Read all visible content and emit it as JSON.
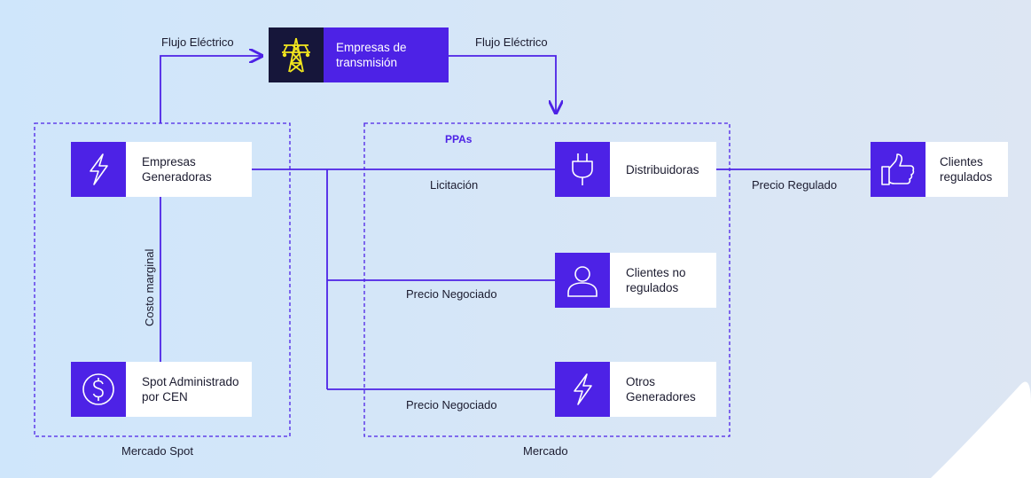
{
  "colors": {
    "accent": "#4d22e6",
    "dark": "#16163a",
    "bg_start": "#cfe6fb",
    "bg_end": "#dde6f3"
  },
  "nodes": {
    "transmision": {
      "label_1": "Empresas de",
      "label_2": "transmisión",
      "icon": "transmission-tower-icon"
    },
    "generadoras": {
      "label_1": "Empresas",
      "label_2": "Generadoras",
      "icon": "lightning-icon"
    },
    "spot": {
      "label_1": "Spot Administrado",
      "label_2": "por CEN",
      "icon": "dollar-icon"
    },
    "distribuidoras": {
      "label_1": "Distribuidoras",
      "icon": "plug-icon"
    },
    "no_regulados": {
      "label_1": "Clientes no",
      "label_2": "regulados",
      "icon": "person-icon"
    },
    "otros": {
      "label_1": "Otros",
      "label_2": "Generadores",
      "icon": "lightning-icon"
    },
    "regulados": {
      "label_1": "Clientes",
      "label_2": "regulados",
      "icon": "thumbs-up-icon"
    }
  },
  "edges": {
    "flujo_left": "Flujo Eléctrico",
    "flujo_right": "Flujo Eléctrico",
    "costo": "Costo marginal",
    "licitacion": "Licitación",
    "precio_neg_1": "Precio Negociado",
    "precio_neg_2": "Precio Negociado",
    "precio_reg": "Precio Regulado"
  },
  "groups": {
    "spot": "Mercado Spot",
    "mercado": "Mercado",
    "ppas": "PPAs"
  }
}
